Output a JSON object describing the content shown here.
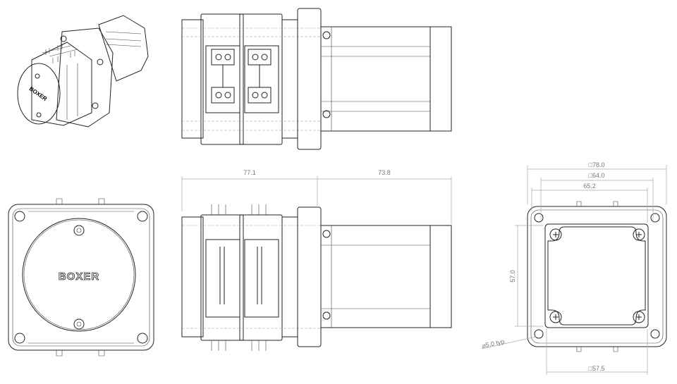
{
  "drawing": {
    "logo_text": "BOXER",
    "dimensions": {
      "pump_length": "77.1",
      "motor_length": "73.8",
      "flange_square": "□78.0",
      "motor_square": "□64.0",
      "hole_spacing": "65.2",
      "pump_height": "57.0",
      "pump_square": "□57.5",
      "hole_diameter": "⌀5.0 typ"
    }
  }
}
